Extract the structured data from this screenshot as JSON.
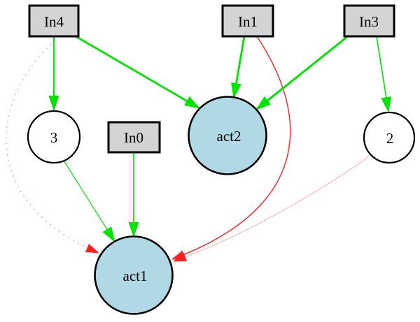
{
  "diagram": {
    "background": "#ffffff",
    "colors": {
      "input_fill": "#d3d3d3",
      "activation_fill": "#b0d8e5",
      "plain_fill": "#ffffff",
      "node_border": "#000000",
      "label_color": "#000000",
      "edge_green": "#00e400",
      "edge_red": "#ff2222",
      "edge_red_faint": "#ffaaaa",
      "edge_red_dotted": "#ff7777"
    },
    "nodes": [
      {
        "id": "In4",
        "label": "In4",
        "kind": "input",
        "shape": "box",
        "fill": "#d3d3d3"
      },
      {
        "id": "In1",
        "label": "In1",
        "kind": "input",
        "shape": "box",
        "fill": "#d3d3d3"
      },
      {
        "id": "In3",
        "label": "In3",
        "kind": "input",
        "shape": "box",
        "fill": "#d3d3d3"
      },
      {
        "id": "In0",
        "label": "In0",
        "kind": "input",
        "shape": "box",
        "fill": "#d3d3d3"
      },
      {
        "id": "3",
        "label": "3",
        "kind": "plain",
        "shape": "circle",
        "fill": "#ffffff"
      },
      {
        "id": "2",
        "label": "2",
        "kind": "plain",
        "shape": "circle",
        "fill": "#ffffff"
      },
      {
        "id": "act2",
        "label": "act2",
        "kind": "activation",
        "shape": "circle",
        "fill": "#b0d8e5"
      },
      {
        "id": "act1",
        "label": "act1",
        "kind": "activation",
        "shape": "circle",
        "fill": "#b0d8e5"
      }
    ],
    "edges": [
      {
        "from": "In4",
        "to": "3",
        "color": "#00e400",
        "style": "solid"
      },
      {
        "from": "In4",
        "to": "act2",
        "color": "#00e400",
        "style": "solid"
      },
      {
        "from": "In4",
        "to": "act1",
        "color": "#ff7777",
        "style": "dotted"
      },
      {
        "from": "In1",
        "to": "act2",
        "color": "#00e400",
        "style": "solid"
      },
      {
        "from": "In1",
        "to": "act1",
        "color": "#ff2222",
        "style": "solid"
      },
      {
        "from": "In3",
        "to": "act2",
        "color": "#00e400",
        "style": "solid"
      },
      {
        "from": "In3",
        "to": "2",
        "color": "#00e400",
        "style": "solid"
      },
      {
        "from": "In0",
        "to": "act1",
        "color": "#00e400",
        "style": "solid"
      },
      {
        "from": "3",
        "to": "act1",
        "color": "#00e400",
        "style": "solid"
      },
      {
        "from": "2",
        "to": "act1",
        "color": "#ffaaaa",
        "style": "solid"
      }
    ]
  }
}
